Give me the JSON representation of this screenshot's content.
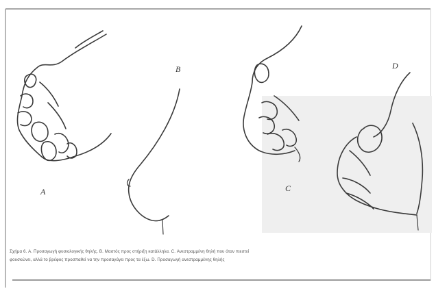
{
  "panels": {
    "a": {
      "label": "A"
    },
    "b": {
      "label": "B"
    },
    "c": {
      "label": "C"
    },
    "d": {
      "label": "D"
    }
  },
  "caption": {
    "line1": "Σχήμα 6. A. Προσαγωγή φυσιολογικής θηλής. B. Μαστός προς στήριξη κατάλληλα. C. Ανεστραμμένη θηλή που όταν πιεστεί",
    "line2": "φουσκώνει, αλλά το βρέφος προσπαθεί να την προσαγάγει προς τα έξω. D. Προσαγωγή ανεστραμμένης θηλής"
  }
}
